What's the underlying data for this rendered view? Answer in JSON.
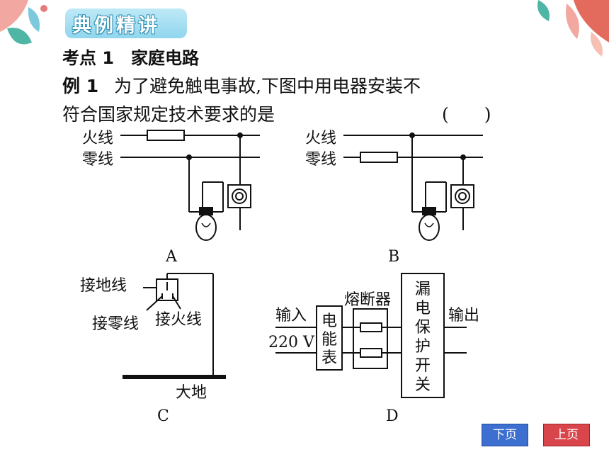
{
  "header": {
    "banner": "典例精讲"
  },
  "section": {
    "title": "考点 1　家庭电路"
  },
  "question": {
    "label": "例 1",
    "line1": "为了避免触电事故,下图中用电器安装不",
    "line2": "符合国家规定技术要求的是",
    "answer_paren": "(　　)"
  },
  "figures": {
    "a": {
      "live": "火线",
      "neutral": "零线",
      "caption": "A"
    },
    "b": {
      "live": "火线",
      "neutral": "零线",
      "caption": "B"
    },
    "c": {
      "ground_wire": "接地线",
      "neutral": "接零线",
      "live": "接火线",
      "earth": "大地",
      "caption": "C"
    },
    "d": {
      "input": "输入",
      "voltage": "220 V",
      "meter": "电能表",
      "fuse": "熔断器",
      "protector": "漏电保护开关",
      "output": "输出",
      "caption": "D"
    }
  },
  "nav": {
    "next": "下页",
    "prev": "上页"
  },
  "colors": {
    "next_button": "#3d6fd0",
    "prev_button": "#d8464b",
    "banner": "#8fd6ee"
  }
}
